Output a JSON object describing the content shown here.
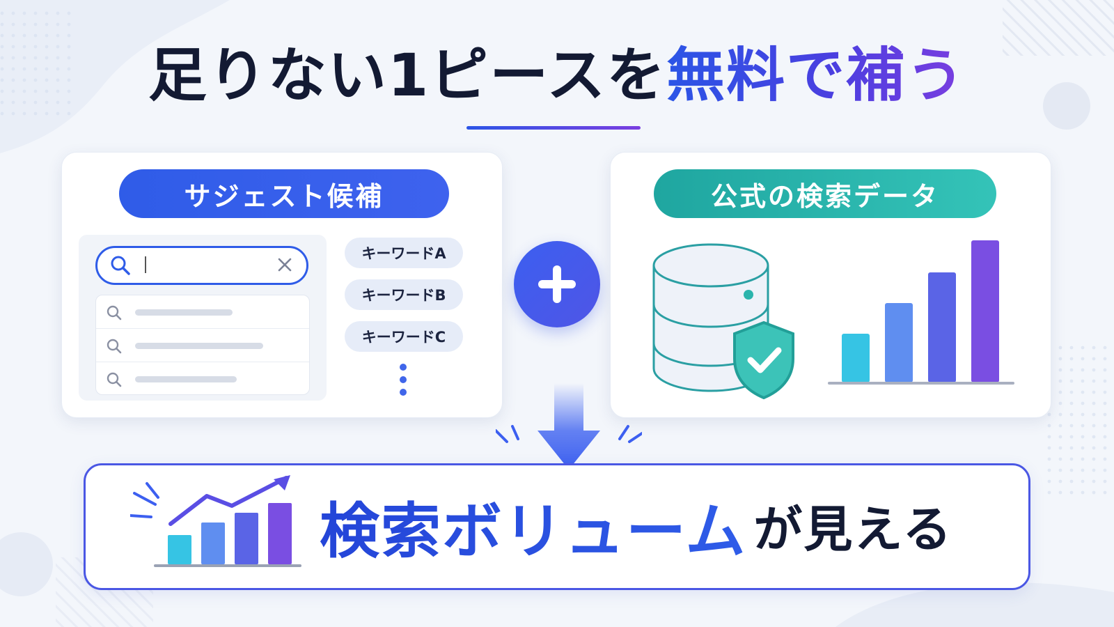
{
  "title": {
    "prefix": "足りない1ピースを",
    "accent": "無料で補う"
  },
  "left_card": {
    "label": "サジェスト候補",
    "search_icon": "search-icon",
    "clear_icon": "close-icon",
    "keywords": [
      "キーワードA",
      "キーワードB",
      "キーワードC"
    ],
    "more_icon": "vertical-dots-icon"
  },
  "plus": {
    "icon": "plus-icon"
  },
  "right_card": {
    "label": "公式の検索データ",
    "database_icon": "database-icon",
    "shield_icon": "shield-check-icon",
    "bar_chart_icon": "bar-chart-icon"
  },
  "result": {
    "main": "検索ボリューム",
    "tail": "が見える",
    "icon": "trending-chart-icon"
  },
  "colors": {
    "blue": "#2f5ce8",
    "teal": "#2bb4ac",
    "purple": "#7a3ee0",
    "navy": "#131a33"
  }
}
